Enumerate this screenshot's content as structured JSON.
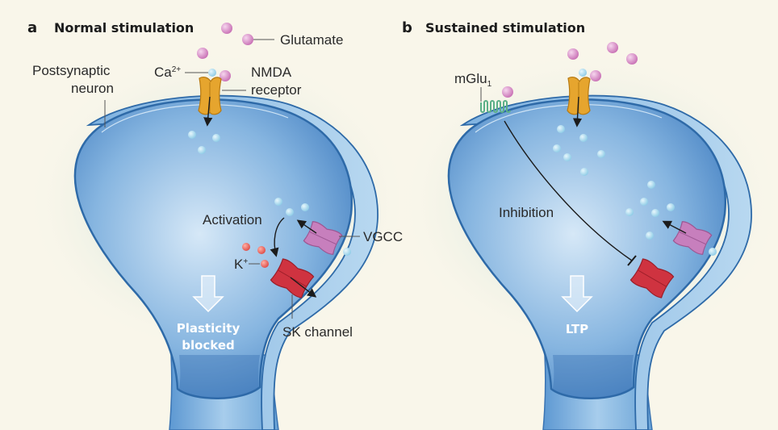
{
  "panels": [
    {
      "letter": "a",
      "title": "Normal stimulation",
      "labels": {
        "glutamate": "Glutamate",
        "postsynaptic_line1": "Postsynaptic",
        "postsynaptic_line2": "neuron",
        "calcium": "Ca",
        "calcium_charge": "2+",
        "nmda_line1": "NMDA",
        "nmda_line2": "receptor",
        "activation": "Activation",
        "vgcc": "VGCC",
        "potassium": "K",
        "potassium_charge": "+",
        "sk_channel": "SK channel",
        "outcome_line1": "Plasticity",
        "outcome_line2": "blocked"
      }
    },
    {
      "letter": "b",
      "title": "Sustained stimulation",
      "labels": {
        "mglu": "mGlu",
        "mglu_sub": "1",
        "inhibition": "Inhibition",
        "outcome": "LTP"
      }
    }
  ],
  "colors": {
    "background": "#f9f6ea",
    "neuron_fill": "#5b95cf",
    "neuron_edge": "#2e6aa8",
    "glutamate": "#d58cc6",
    "calcium": "#a9dbef",
    "potassium": "#e8605a",
    "nmda": "#e6a52e",
    "vgcc": "#c77fbd",
    "sk": "#cf3340",
    "mglu": "#6cbf95"
  }
}
